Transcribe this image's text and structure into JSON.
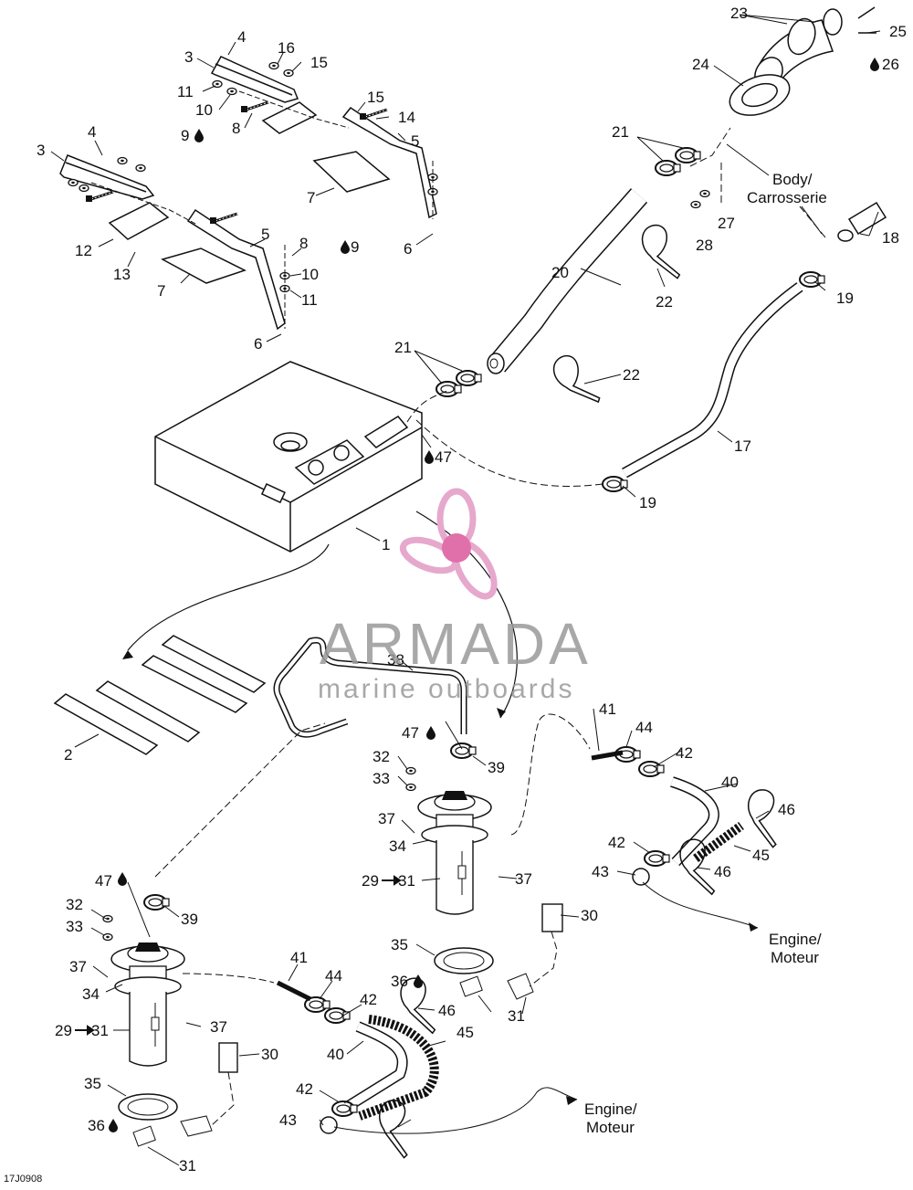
{
  "diagram": {
    "labels": {
      "l1": "1",
      "l2": "2",
      "l3a": "3",
      "l3b": "3",
      "l4a": "4",
      "l4b": "4",
      "l5a": "5",
      "l5b": "5",
      "l6a": "6",
      "l6b": "6",
      "l7a": "7",
      "l7b": "7",
      "l8a": "8",
      "l8b": "8",
      "l9a": "9",
      "l9b": "9",
      "l10a": "10",
      "l10b": "10",
      "l11a": "11",
      "l11b": "11",
      "l12": "12",
      "l13": "13",
      "l14": "14",
      "l15a": "15",
      "l15b": "15",
      "l16": "16",
      "l17": "17",
      "l18": "18",
      "l19a": "19",
      "l19b": "19",
      "l20": "20",
      "l21a": "21",
      "l21b": "21",
      "l22a": "22",
      "l22b": "22",
      "l23": "23",
      "l24": "24",
      "l25": "25",
      "l26": "26",
      "l27": "27",
      "l28": "28",
      "l29a": "29",
      "l29b": "29",
      "l31a": "31",
      "l31b": "31",
      "l31c": "31",
      "l31d": "31",
      "l30a": "30",
      "l30b": "30",
      "l32a": "32",
      "l32b": "32",
      "l33a": "33",
      "l33b": "33",
      "l34a": "34",
      "l34b": "34",
      "l35a": "35",
      "l35b": "35",
      "l36a": "36",
      "l36b": "36",
      "l37a": "37",
      "l37b": "37",
      "l37c": "37",
      "l37d": "37",
      "l38": "38",
      "l39a": "39",
      "l39b": "39",
      "l40a": "40",
      "l40b": "40",
      "l41a": "41",
      "l41b": "41",
      "l42a": "42",
      "l42b": "42",
      "l42c": "42",
      "l42d": "42",
      "l43a": "43",
      "l43b": "43",
      "l44a": "44",
      "l44b": "44",
      "l45a": "45",
      "l45b": "45",
      "l46a": "46",
      "l46b": "46",
      "l46c": "46",
      "l47a": "47",
      "l47b": "47",
      "l47c": "47"
    },
    "notes": {
      "body_line1": "Body/",
      "body_line2": "Carrosserie",
      "engine1_line1": "Engine/",
      "engine1_line2": "Moteur",
      "engine2_line1": "Engine/",
      "engine2_line2": "Moteur"
    },
    "ref_code": "17J0908"
  },
  "watermark": {
    "name": "ARMADA",
    "tagline": "marine outboards",
    "petal_color": "#e6a8cc",
    "hub_color": "#e070aa"
  },
  "colors": {
    "ink": "#111111",
    "background": "#ffffff"
  }
}
